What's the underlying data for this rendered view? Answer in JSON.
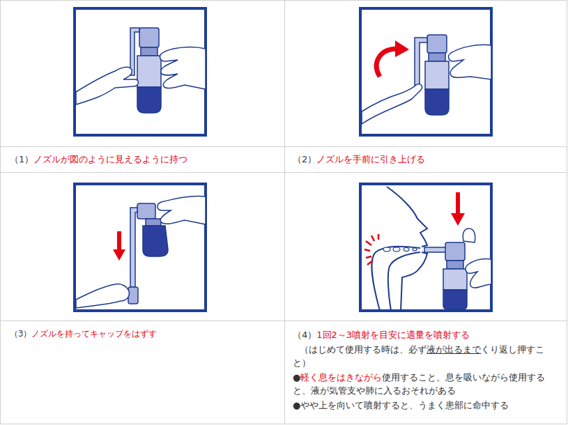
{
  "diagram": {
    "labels": [
      "（1）",
      "ノズルが図のように見えるように持つ",
      "（2）",
      "ノズルを手前に引き上げる",
      "（3）",
      "ノズルを持ってキャップをはずす",
      "（4）",
      "1回2～3噴射を目安に適量を噴射する",
      "（はじめて使用する時は、必ず",
      "液が出るまで",
      "くり返し押すこと）",
      "●",
      "軽く息をはきながら",
      "使用すること。息を吸いながら使用すると、液が気管支や肺に入るおそれがある",
      "●やや上を向いて噴射すると、うまく患部に命中する"
    ]
  }
}
